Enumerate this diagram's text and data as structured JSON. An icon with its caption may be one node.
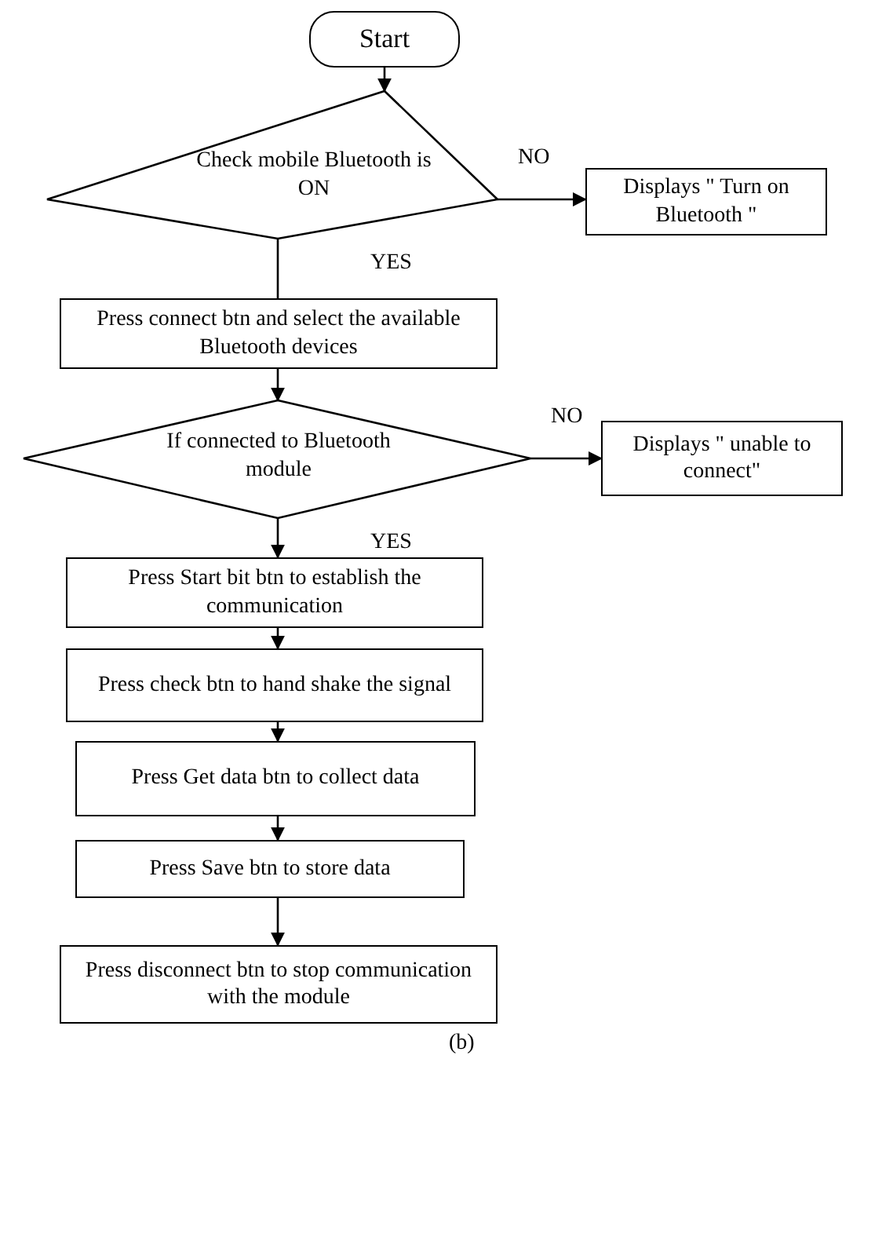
{
  "diagram": {
    "caption": "(b)",
    "nodes": [
      {
        "text": [
          "Start"
        ]
      },
      {
        "text": [
          "Check mobile Bluetooth is ON"
        ]
      },
      {
        "text": [
          "Displays \" Turn on Bluetooth \""
        ]
      },
      {
        "text": [
          "Press connect btn and select the available Bluetooth devices"
        ]
      },
      {
        "text": [
          "If connected to Bluetooth module"
        ]
      },
      {
        "text": [
          "Displays \" unable to connect\""
        ]
      },
      {
        "text": [
          "Press Start bit btn to establish the communication"
        ]
      },
      {
        "text": [
          "Press check btn to hand shake the signal"
        ]
      },
      {
        "text": [
          "Press Get data btn to collect data"
        ]
      },
      {
        "text": [
          "Press Save btn to store data"
        ]
      },
      {
        "text": [
          "Press disconnect btn to stop communication with the module"
        ]
      }
    ],
    "edges": [
      {
        "from": 0,
        "to": 1,
        "arrow": "to"
      },
      {
        "from": 1,
        "to": 2,
        "arrow": "to",
        "label": "NO"
      },
      {
        "from": 1,
        "to": 3,
        "arrow": "none",
        "label": "YES"
      },
      {
        "from": 3,
        "to": 4,
        "arrow": "to"
      },
      {
        "from": 4,
        "to": 5,
        "arrow": "to",
        "label": "NO"
      },
      {
        "from": 4,
        "to": 6,
        "arrow": "to",
        "label": "YES"
      },
      {
        "from": 6,
        "to": 7,
        "arrow": "to"
      },
      {
        "from": 7,
        "to": 8,
        "arrow": "to"
      },
      {
        "from": 8,
        "to": 9,
        "arrow": "to"
      },
      {
        "from": 9,
        "to": 10,
        "arrow": "to"
      }
    ]
  }
}
